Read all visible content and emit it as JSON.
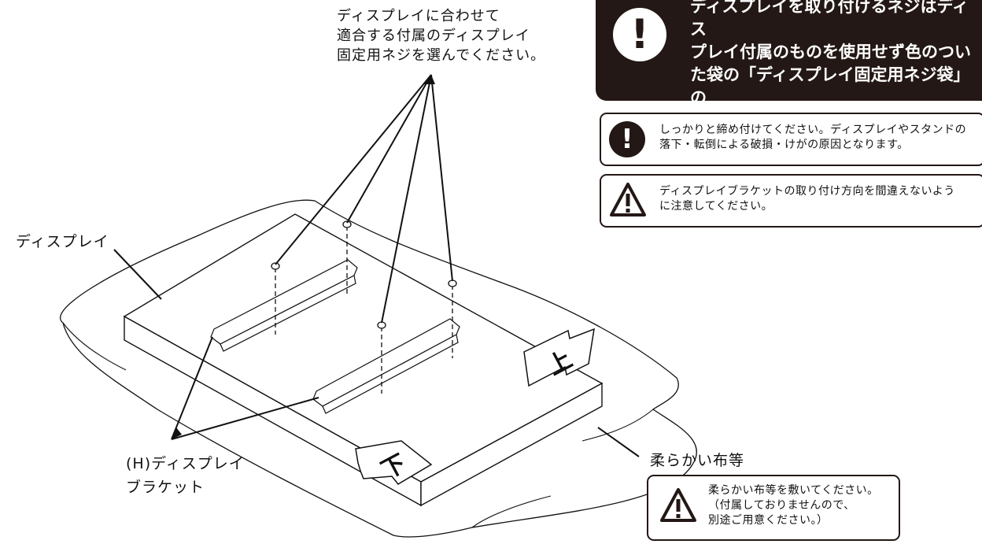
{
  "callouts": {
    "screws": "ディスプレイに合わせて\n適合する付属のディスプレイ\n固定用ネジを選んでください。",
    "display": "ディスプレイ",
    "bracket": "(H)ディスプレイ\nブラケット",
    "cloth": "柔らかい布等"
  },
  "warnings": {
    "main": "ディスプレイを取り付けるネジはディス\nプレイ付属のものを使用せず色のつい\nた袋の「ディスプレイ固定用ネジ袋」の\n中の専用ネジを使用してください。",
    "tighten": "しっかりと締め付けてください。ディスプレイやスタンドの\n落下・転倒による破損・けがの原因となります。",
    "direction": "ディスプレイブラケットの取り付け方向を間違えないよう\nに注意してください。",
    "cloth_note": "柔らかい布等を敷いてください。\n（付属しておりませんので、\n別途ご用意ください。）"
  },
  "arrows": {
    "up_label": "上",
    "down_label": "下"
  },
  "colors": {
    "dark_panel": "#231815",
    "line": "#111111"
  }
}
